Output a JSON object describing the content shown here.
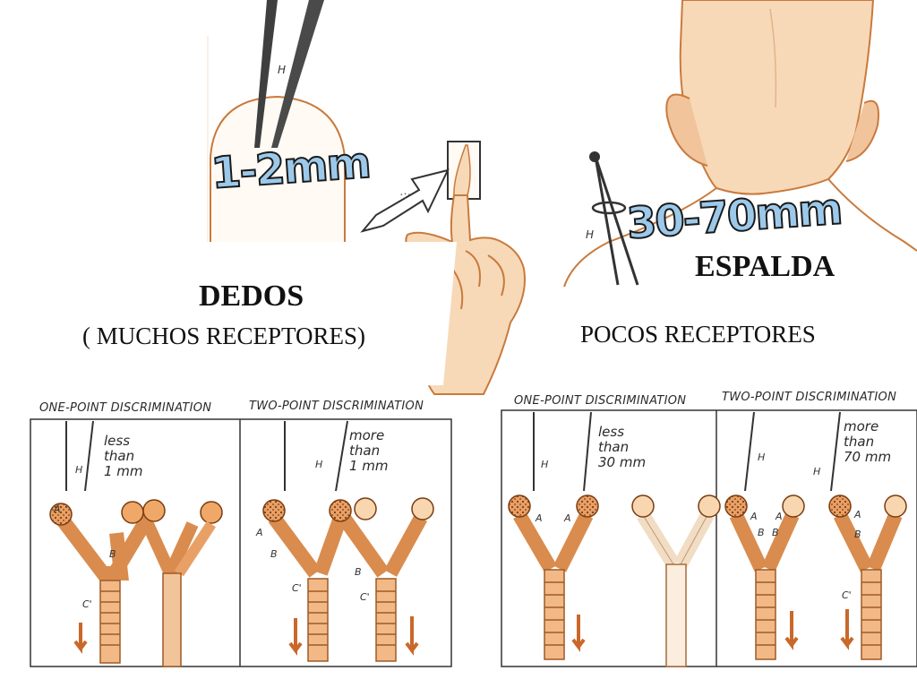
{
  "labels": {
    "finger_measure": "1-2mm",
    "back_measure": "30-70mm",
    "fingers_title": "DEDOS",
    "fingers_sub": "( MUCHOS RECEPTORES)",
    "back_title": "ESPALDA",
    "back_sub": "POCOS RECEPTORES"
  },
  "panels": {
    "fingers_one_point": {
      "header": "ONE-POINT DISCRIMINATION",
      "note": "less\nthan\n1 mm"
    },
    "fingers_two_point": {
      "header": "TWO-POINT DISCRIMINATION",
      "note": "more\nthan\n1 mm"
    },
    "back_one_point": {
      "header": "ONE-POINT DISCRIMINATION",
      "note": "less\nthan\n30 mm"
    },
    "back_two_point": {
      "header": "TWO-POINT DISCRIMINATION",
      "note": "more\nthan\n70 mm"
    }
  },
  "colors": {
    "skin": "#f7d9b8",
    "skin_line": "#c97a3c",
    "receptor": "#e9a066",
    "measure_fill": "#9cc9ea",
    "ink": "#1b1b1b"
  }
}
